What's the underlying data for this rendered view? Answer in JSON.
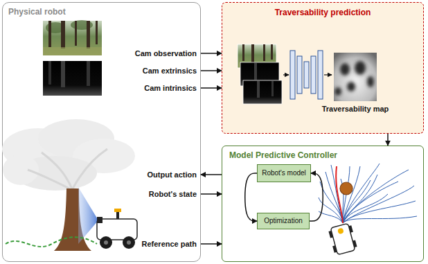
{
  "diagram": {
    "nodes": [
      {
        "text": [
          "Physical robot"
        ]
      },
      {
        "text": [
          "Traversability prediction"
        ]
      },
      {
        "text": [
          "Model Predictive Controller"
        ]
      },
      {
        "text": [
          "Robot's model"
        ],
        "in": 2
      },
      {
        "text": [
          "Optimization"
        ],
        "in": 2
      }
    ],
    "edges": [
      {
        "from": 0,
        "to": 1,
        "arrow": "to",
        "label": "Cam observation"
      },
      {
        "from": 0,
        "to": 1,
        "arrow": "to",
        "label": "Cam extrinsics"
      },
      {
        "from": 0,
        "to": 1,
        "arrow": "to",
        "label": "Cam intrinsics"
      },
      {
        "from": 1,
        "to": 2,
        "arrow": "to"
      },
      {
        "from": 2,
        "to": 0,
        "arrow": "to",
        "label": "Output action"
      },
      {
        "from": 0,
        "to": 2,
        "arrow": "to",
        "label": "Robot's state"
      },
      {
        "from": 3,
        "to": 4,
        "arrow": "to"
      },
      {
        "from": 4,
        "to": 3,
        "arrow": "to"
      },
      {
        "from": 0,
        "to": 2,
        "arrow": "to",
        "label": "Reference path"
      }
    ],
    "labels": [
      "Traversability map"
    ]
  }
}
